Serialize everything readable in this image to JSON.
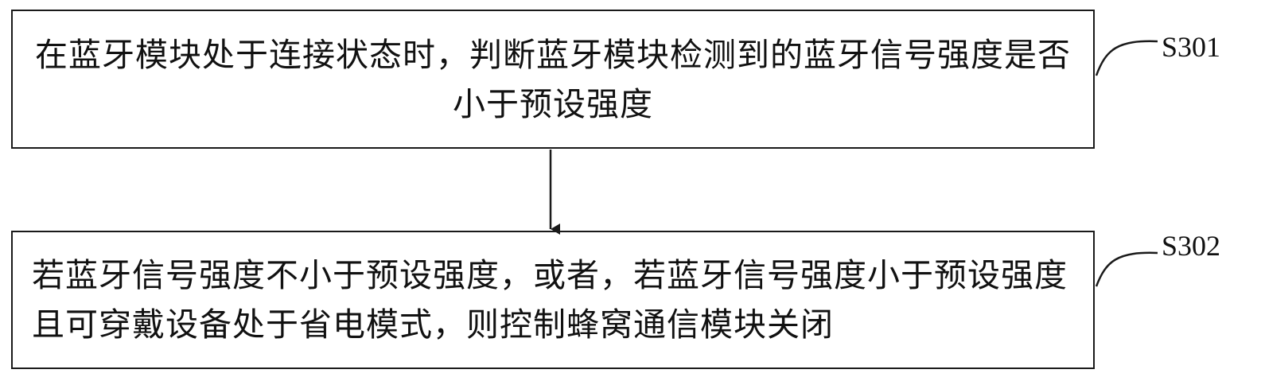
{
  "steps": [
    {
      "id": "S301",
      "text": "在蓝牙模块处于连接状态时，判断蓝牙模块检测到的蓝牙信号强度是否小于预设强度"
    },
    {
      "id": "S302",
      "text": "若蓝牙信号强度不小于预设强度，或者，若蓝牙信号强度小于预设强度且可穿戴设备处于省电模式，则控制蜂窝通信模块关闭"
    }
  ],
  "colors": {
    "line": "#1a1a1a",
    "background": "#ffffff"
  }
}
